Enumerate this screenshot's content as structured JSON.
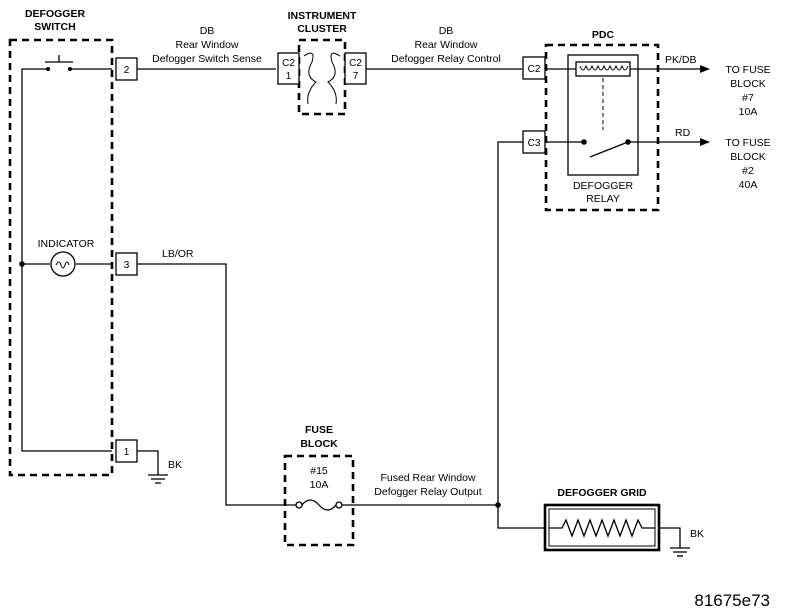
{
  "defogger_switch": {
    "title_line1": "DEFOGGER",
    "title_line2": "SWITCH",
    "indicator_label": "INDICATOR"
  },
  "instrument_cluster": {
    "title_line1": "INSTRUMENT",
    "title_line2": "CLUSTER"
  },
  "pdc": {
    "title": "PDC",
    "relay_label_line1": "DEFOGGER",
    "relay_label_line2": "RELAY"
  },
  "fuse_block": {
    "title_line1": "FUSE",
    "title_line2": "BLOCK",
    "fuse_number": "#15",
    "fuse_rating": "10A"
  },
  "defogger_grid": {
    "title": "DEFOGGER GRID"
  },
  "connectors": {
    "switch_pin2": "2",
    "switch_pin3": "3",
    "switch_pin1": "1",
    "cluster_left_a": "C2",
    "cluster_left_b": "1",
    "cluster_right_a": "C2",
    "cluster_right_b": "7",
    "pdc_c2": "C2",
    "pdc_c3": "C3"
  },
  "wires": {
    "sense_color": "DB",
    "sense_line1": "Rear Window",
    "sense_line2": "Defogger Switch Sense",
    "control_color": "DB",
    "control_line1": "Rear Window",
    "control_line2": "Defogger Relay Control",
    "indicator_color": "LB/OR",
    "output_line1": "Fused Rear Window",
    "output_line2": "Defogger Relay Output",
    "relay_coil_color": "PK/DB",
    "relay_feed_color": "RD",
    "ground_switch": "BK",
    "ground_grid": "BK"
  },
  "destinations": {
    "coil": {
      "line1": "TO FUSE",
      "line2": "BLOCK",
      "line3": "#7",
      "line4": "10A"
    },
    "feed": {
      "line1": "TO FUSE",
      "line2": "BLOCK",
      "line3": "#2",
      "line4": "40A"
    }
  },
  "figure_id": "81675e73"
}
